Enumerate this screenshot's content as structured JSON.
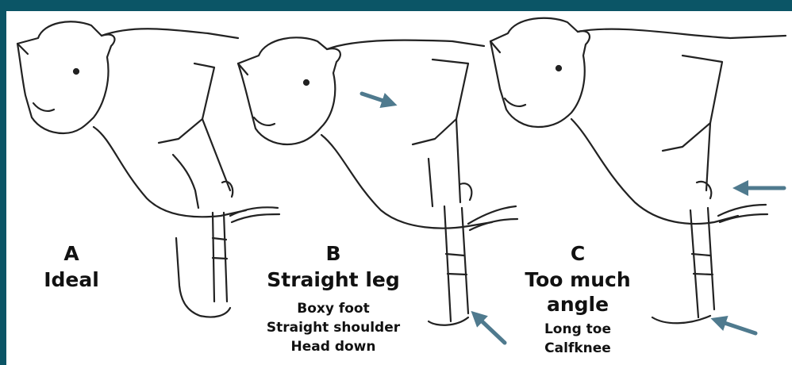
{
  "panels": [
    {
      "letter": "A",
      "title": "Ideal",
      "notes": []
    },
    {
      "letter": "B",
      "title": "Straight leg",
      "notes": [
        "Boxy foot",
        "Straight shoulder",
        "Head down"
      ]
    },
    {
      "letter": "C",
      "title_lines": [
        "Too much",
        "angle"
      ],
      "notes": [
        "Long toe",
        "Calfknee"
      ]
    }
  ],
  "colors": {
    "frame": "#0b5566",
    "arrow": "#4f7a8e",
    "ink": "#222222"
  }
}
